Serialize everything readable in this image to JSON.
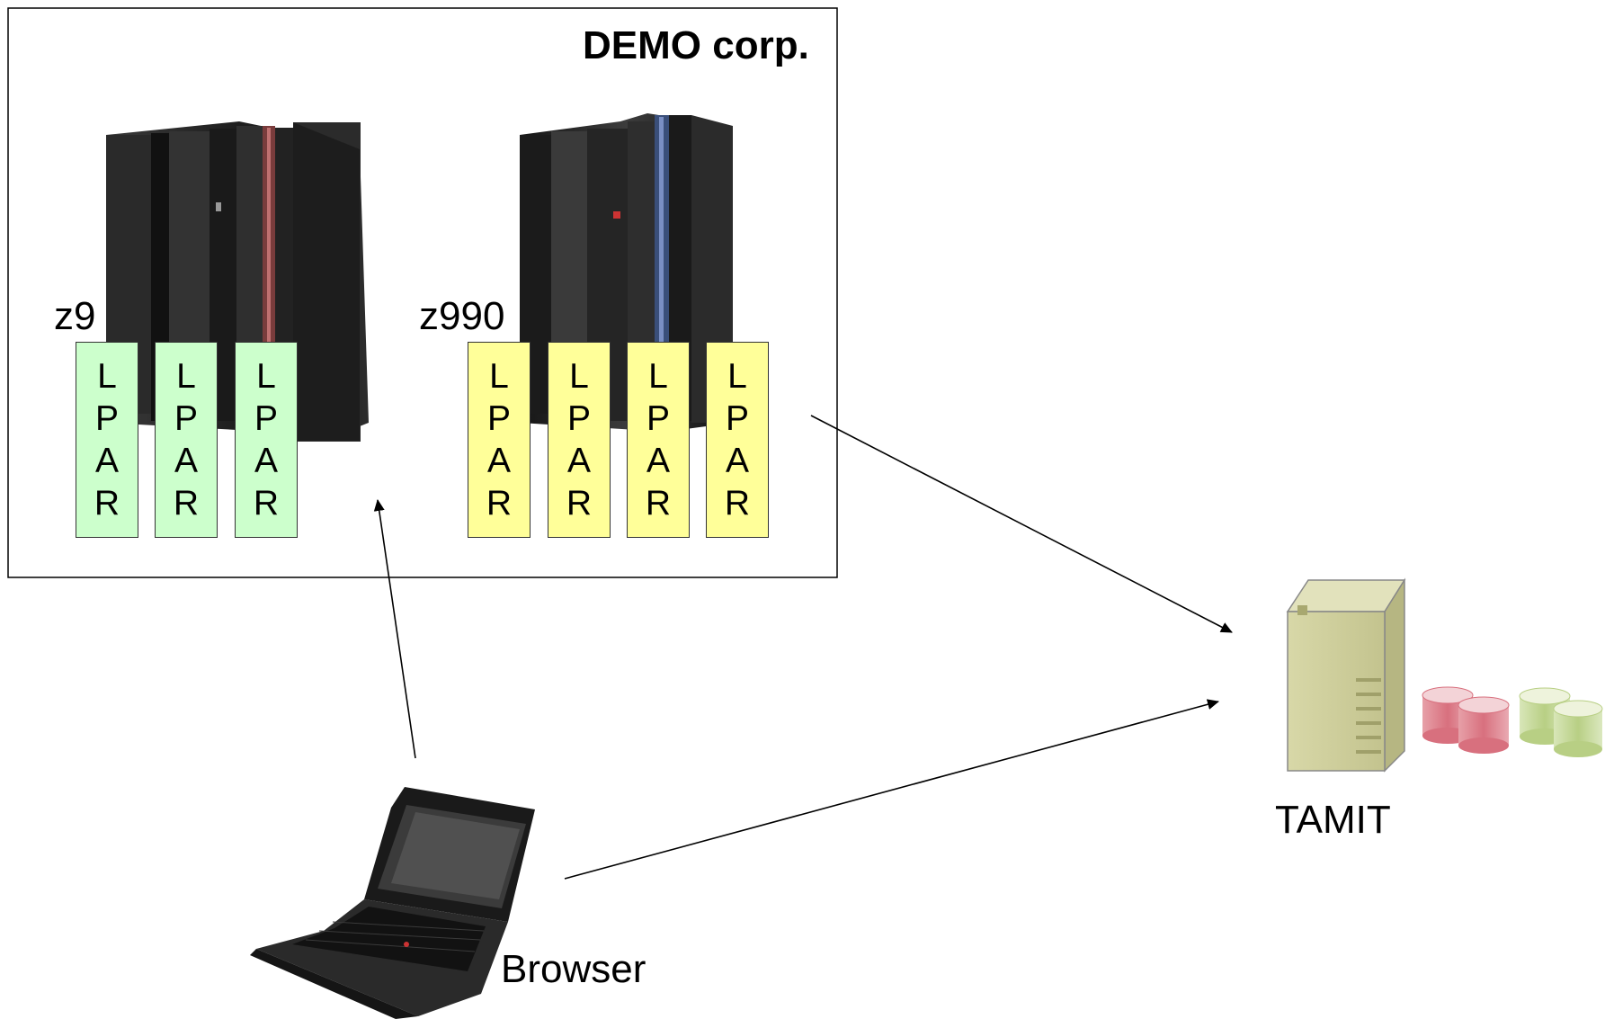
{
  "colors": {
    "lpar_z9": "#ccffcc",
    "lpar_z990": "#ffff99",
    "server_body": "#cdcd9a",
    "disk_red": "#e38c96",
    "disk_green": "#c9dc9e"
  },
  "group": {
    "title": "DEMO corp."
  },
  "mainframes": [
    {
      "label": "z9",
      "lpars": [
        "LPAR",
        "LPAR",
        "LPAR"
      ]
    },
    {
      "label": "z990",
      "lpars": [
        "LPAR",
        "LPAR",
        "LPAR",
        "LPAR"
      ]
    }
  ],
  "server": {
    "label": "TAMIT",
    "icon": "server-tower-icon"
  },
  "storage": {
    "icon": "database-disks-icon"
  },
  "client": {
    "label": "Browser",
    "icon": "laptop-icon"
  }
}
